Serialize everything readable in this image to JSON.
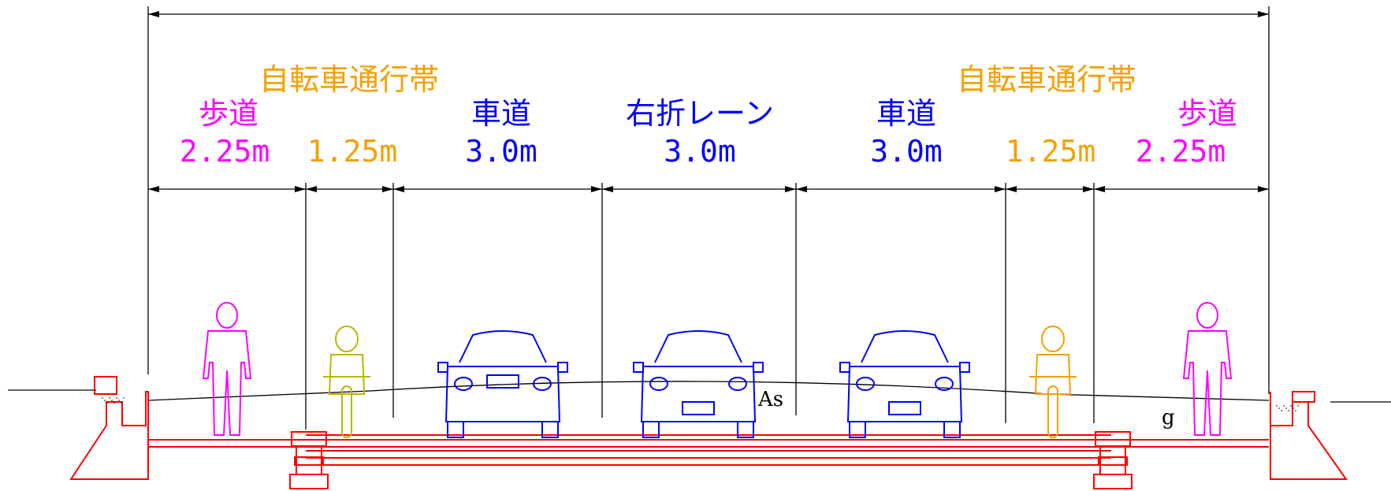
{
  "colors": {
    "pedestrian": "#ff00ff",
    "bicycle": "#f5a000",
    "bicycle_figure": "#b8b800",
    "vehicle": "#0000ff",
    "structure": "#ff0000",
    "line": "#000000"
  },
  "top_dimension": {
    "label": ""
  },
  "bands": [
    {
      "label": "自転車通行帯",
      "color": "bicycle"
    },
    {
      "label": "自転車通行帯",
      "color": "bicycle"
    }
  ],
  "segments": [
    {
      "name": "歩道",
      "width": "2.25m",
      "color": "pedestrian",
      "figure": "pedestrian"
    },
    {
      "name": "",
      "width": "1.25m",
      "color": "bicycle",
      "figure": "bicycle"
    },
    {
      "name": "車道",
      "width": "3.0m",
      "color": "vehicle",
      "figure": "car-rear"
    },
    {
      "name": "右折レーン",
      "width": "3.0m",
      "color": "vehicle",
      "figure": "car-front"
    },
    {
      "name": "車道",
      "width": "3.0m",
      "color": "vehicle",
      "figure": "car-front"
    },
    {
      "name": "",
      "width": "1.25m",
      "color": "bicycle",
      "figure": "bicycle"
    },
    {
      "name": "歩道",
      "width": "2.25m",
      "color": "pedestrian",
      "figure": "pedestrian"
    }
  ],
  "annotations": {
    "as": "As",
    "g": "g"
  }
}
